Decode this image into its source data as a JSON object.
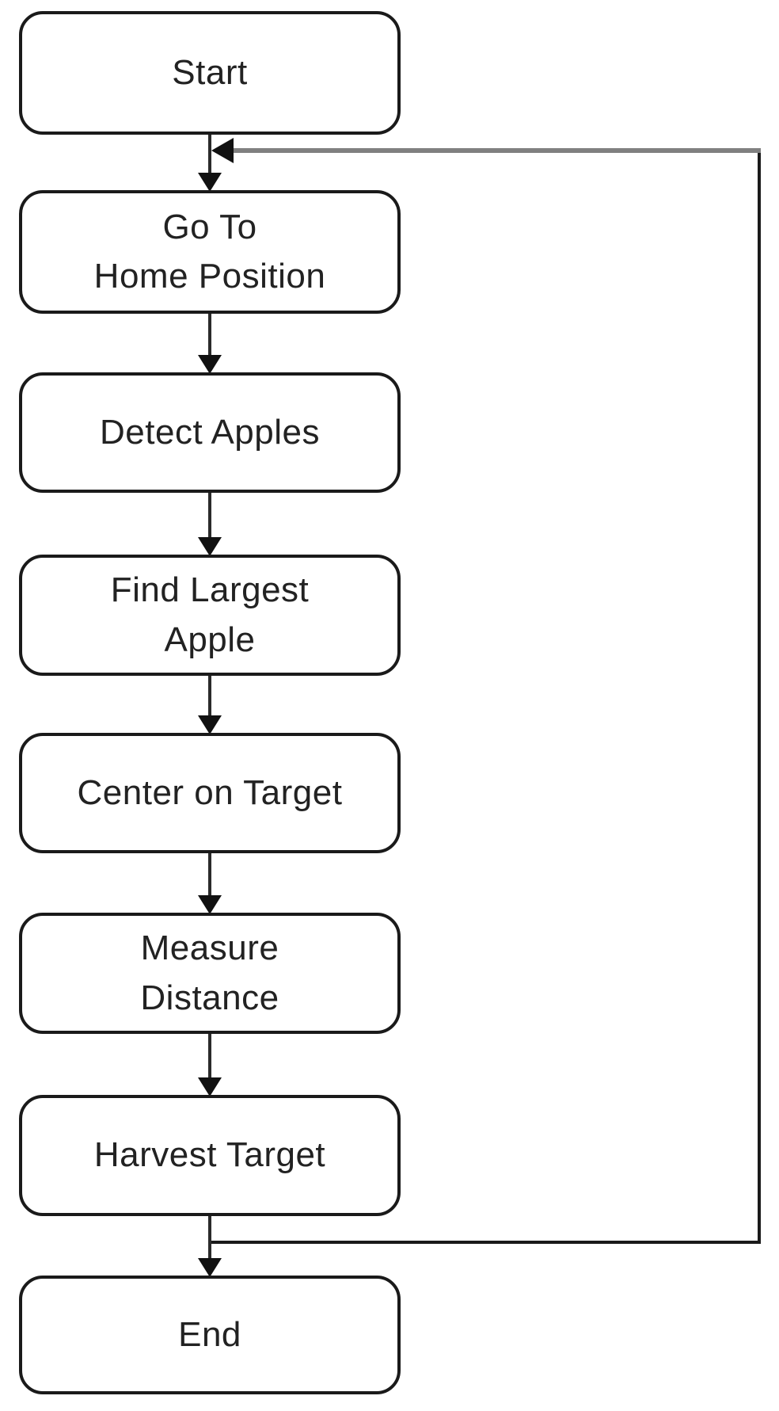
{
  "diagram": {
    "type": "flowchart",
    "background_color": "#ffffff",
    "box_border_color": "#1a1a1a",
    "text_color": "#222222",
    "connector_color": "#2b2b2b",
    "loop_line_color": "#808080",
    "nodes": [
      {
        "id": "start",
        "label": "Start"
      },
      {
        "id": "go-home",
        "label": "Go To\nHome Position"
      },
      {
        "id": "detect-apples",
        "label": "Detect Apples"
      },
      {
        "id": "find-largest",
        "label": "Find Largest\nApple"
      },
      {
        "id": "center-target",
        "label": "Center on Target"
      },
      {
        "id": "measure-distance",
        "label": "Measure\nDistance"
      },
      {
        "id": "harvest-target",
        "label": "Harvest Target"
      },
      {
        "id": "end",
        "label": "End"
      }
    ],
    "edges": [
      {
        "from": "start",
        "to": "go-home",
        "kind": "straight-down"
      },
      {
        "from": "go-home",
        "to": "detect-apples",
        "kind": "straight-down"
      },
      {
        "from": "detect-apples",
        "to": "find-largest",
        "kind": "straight-down"
      },
      {
        "from": "find-largest",
        "to": "center-target",
        "kind": "straight-down"
      },
      {
        "from": "center-target",
        "to": "measure-distance",
        "kind": "straight-down"
      },
      {
        "from": "measure-distance",
        "to": "harvest-target",
        "kind": "straight-down"
      },
      {
        "from": "harvest-target",
        "to": "end",
        "kind": "straight-down"
      },
      {
        "from": "harvest-target",
        "to": "go-home",
        "kind": "loop-back-right"
      }
    ]
  }
}
